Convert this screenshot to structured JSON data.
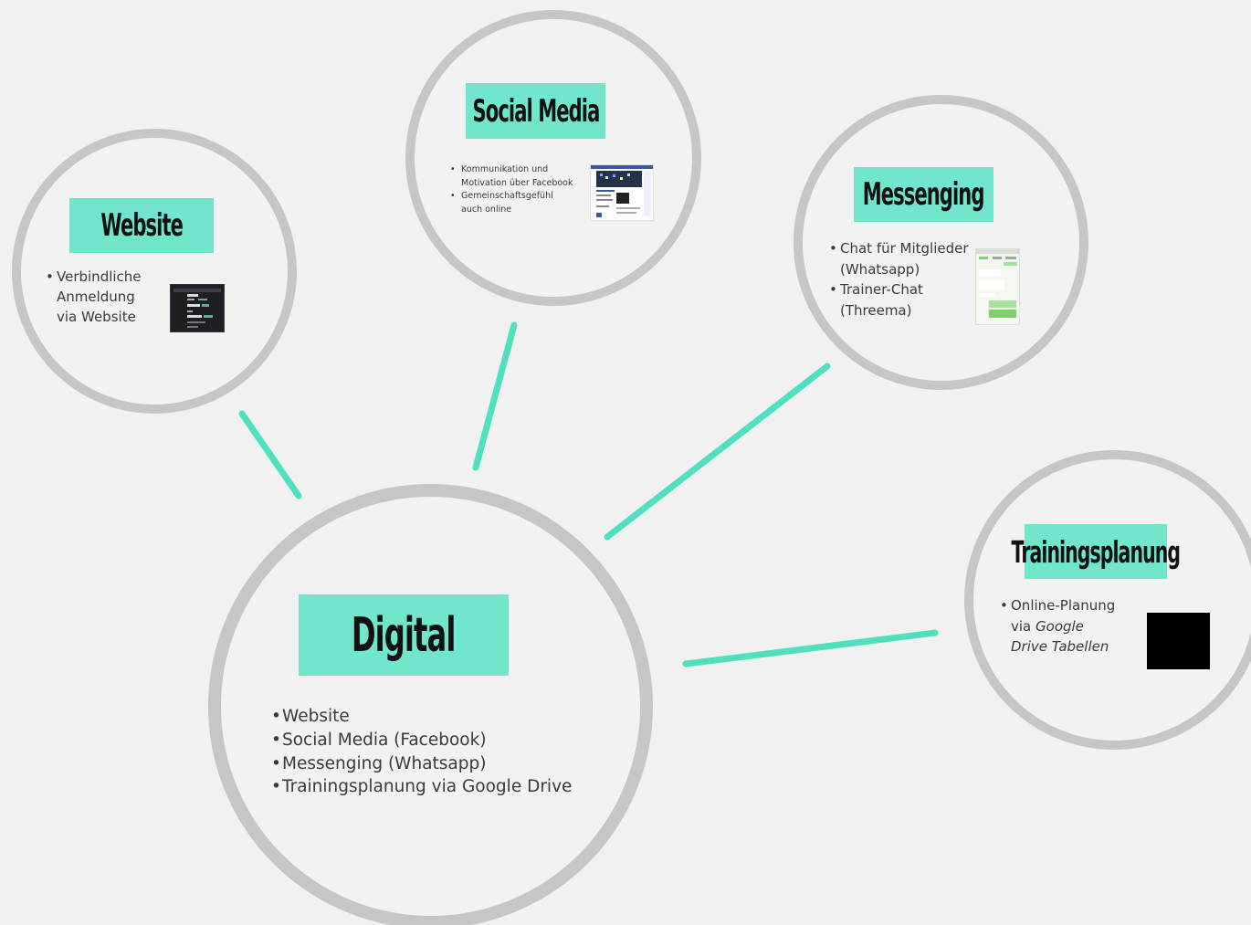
{
  "hub": {
    "title": "Digital",
    "items": [
      "Website",
      "Social Media (Facebook)",
      "Messenging (Whatsapp)",
      "Trainingsplanung via Google Drive"
    ]
  },
  "website": {
    "title": "Website",
    "items": [
      "Verbindliche",
      "Anmeldung",
      "via Website"
    ],
    "thumbnail_icon": "website-screenshot"
  },
  "social_media": {
    "title": "Social Media",
    "items": [
      "Kommunikation und",
      "Motivation über Facebook",
      "Gemeinschaftsgefühl",
      "auch online"
    ],
    "thumbnail_icon": "facebook-screenshot"
  },
  "messenging": {
    "title": "Messenging",
    "items": [
      "Chat für Mitglieder",
      "(Whatsapp)",
      "Trainer-Chat",
      "(Threema)"
    ],
    "thumbnail_icon": "chat-screenshot"
  },
  "trainingsplanung": {
    "title": "Trainingsplanung",
    "line1": "Online-Planung",
    "line2_prefix": "via ",
    "line2_italic": "Google",
    "line3_italic": "Drive Tabellen",
    "thumbnail_icon": "spreadsheet-placeholder"
  },
  "colors": {
    "accent": "#72e5cd",
    "connector": "#4fe0c0",
    "ring": "#c6c6c6",
    "background": "#f1f1f1"
  }
}
